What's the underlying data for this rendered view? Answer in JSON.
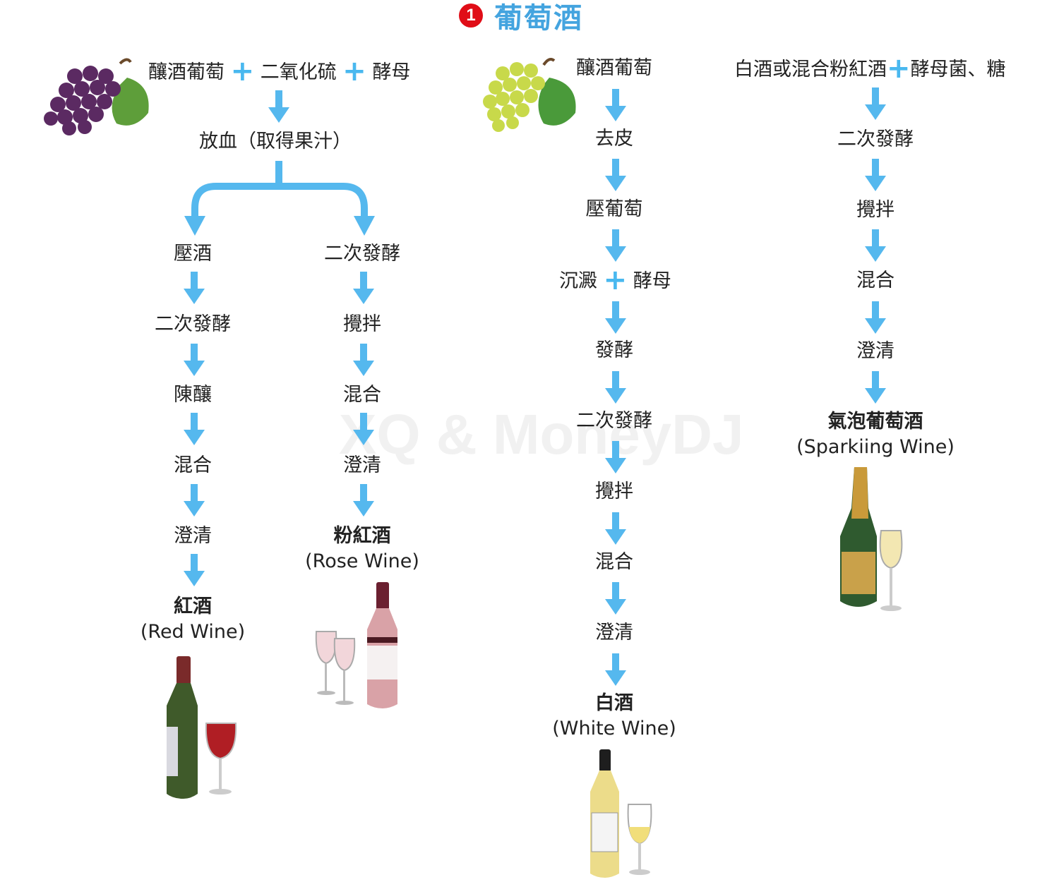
{
  "title": {
    "badge": "1",
    "text": "葡萄酒"
  },
  "watermark": "XQ & MoneyDJ",
  "colors": {
    "arrow": "#55b8ee",
    "badge": "#e00d17",
    "title": "#44a4df"
  },
  "red_wine_branch": {
    "inputs": [
      "釀酒葡萄",
      "二氧化硫",
      "酵母"
    ],
    "bleed": "放血（取得果汁）",
    "red_steps": [
      "壓酒",
      "二次發酵",
      "陳釀",
      "混合",
      "澄清"
    ],
    "red_result": {
      "zh": "紅酒",
      "en": "(Red Wine)"
    },
    "rose_steps": [
      "二次發酵",
      "攪拌",
      "混合",
      "澄清"
    ],
    "rose_result": {
      "zh": "粉紅酒",
      "en": "(Rose Wine)"
    }
  },
  "white_wine_branch": {
    "input": "釀酒葡萄",
    "steps": [
      "去皮",
      "壓葡萄"
    ],
    "sediment": [
      "沉澱",
      "酵母"
    ],
    "steps2": [
      "發酵",
      "二次發酵",
      "攪拌",
      "混合",
      "澄清"
    ],
    "result": {
      "zh": "白酒",
      "en": "(White Wine)"
    }
  },
  "sparkling_branch": {
    "inputs": [
      "白酒或混合粉紅酒",
      "酵母菌、糖"
    ],
    "steps": [
      "二次發酵",
      "攪拌",
      "混合",
      "澄清"
    ],
    "result": {
      "zh": "氣泡葡萄酒",
      "en": "(Sparkiing Wine)"
    }
  },
  "icons": [
    "red-grapes-icon",
    "green-grapes-icon",
    "red-wine-bottle-icon",
    "rose-wine-bottle-icon",
    "white-wine-bottle-icon",
    "champagne-bottle-icon"
  ]
}
